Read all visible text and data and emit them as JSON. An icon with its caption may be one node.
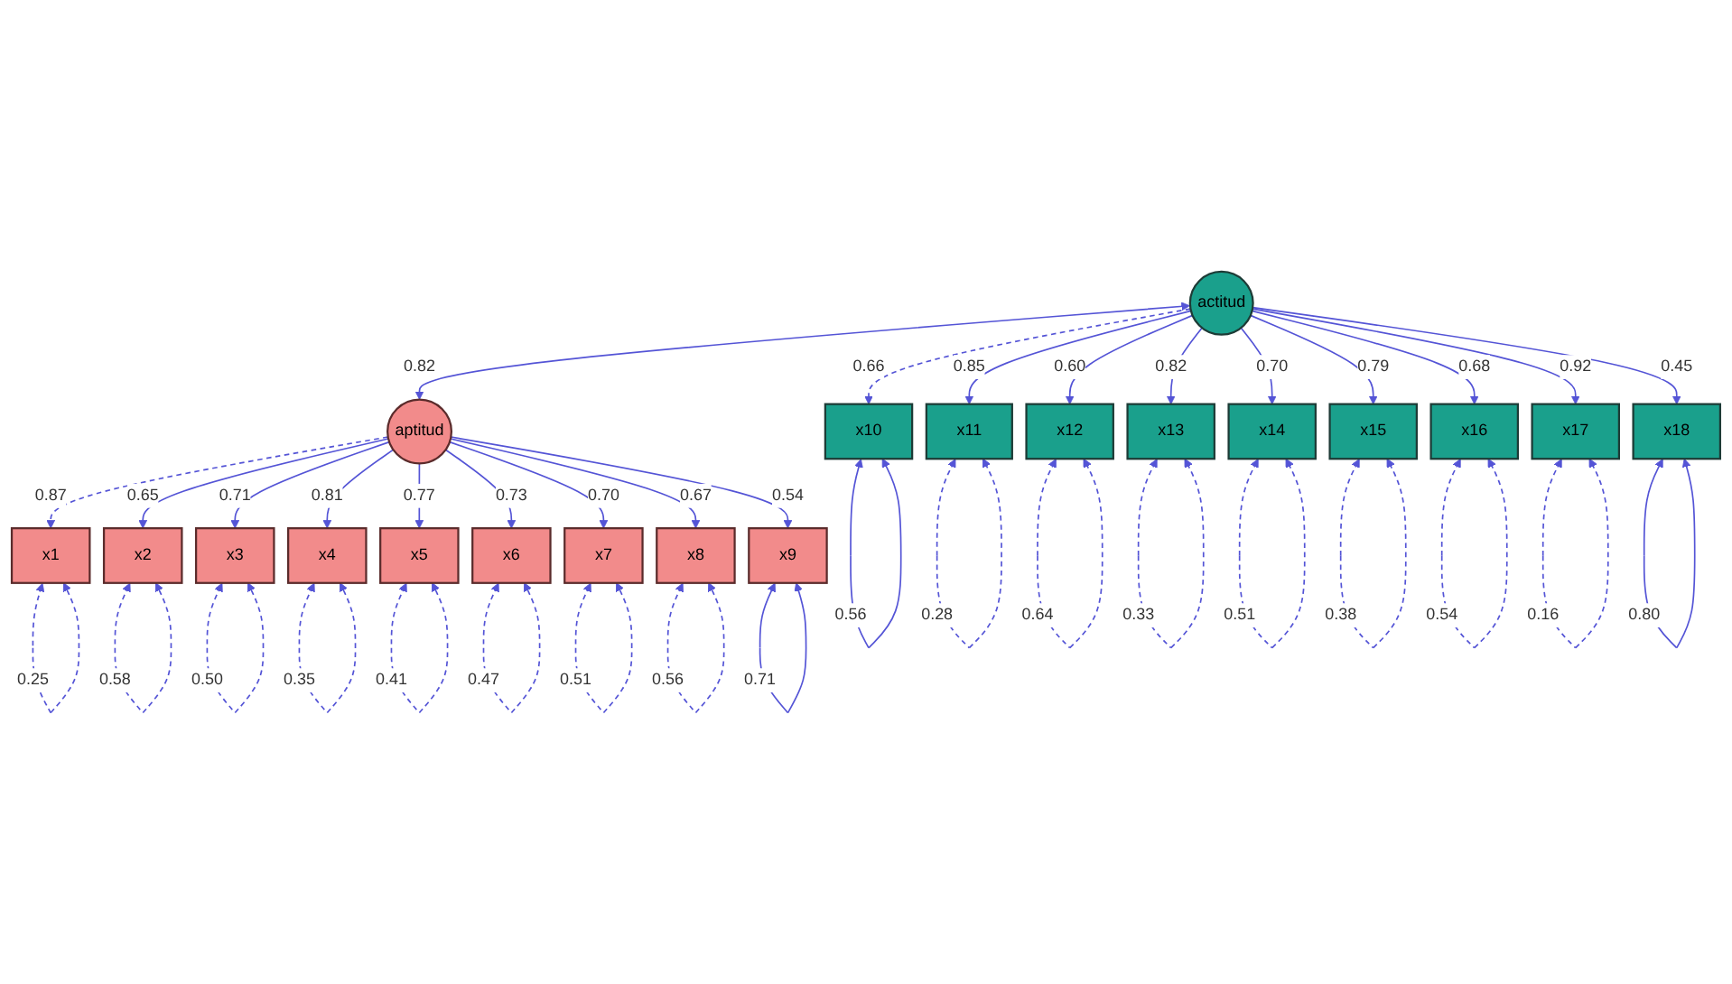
{
  "diagram": {
    "nodes": [
      {
        "text": [
          "actitud"
        ]
      },
      {
        "text": [
          "aptitud"
        ]
      },
      {
        "text": [
          "x1"
        ]
      },
      {
        "text": [
          "x2"
        ]
      },
      {
        "text": [
          "x3"
        ]
      },
      {
        "text": [
          "x4"
        ]
      },
      {
        "text": [
          "x5"
        ]
      },
      {
        "text": [
          "x6"
        ]
      },
      {
        "text": [
          "x7"
        ]
      },
      {
        "text": [
          "x8"
        ]
      },
      {
        "text": [
          "x9"
        ]
      },
      {
        "text": [
          "x10"
        ]
      },
      {
        "text": [
          "x11"
        ]
      },
      {
        "text": [
          "x12"
        ]
      },
      {
        "text": [
          "x13"
        ]
      },
      {
        "text": [
          "x14"
        ]
      },
      {
        "text": [
          "x15"
        ]
      },
      {
        "text": [
          "x16"
        ]
      },
      {
        "text": [
          "x17"
        ]
      },
      {
        "text": [
          "x18"
        ]
      }
    ],
    "edges": [
      {
        "from": 0,
        "to": 1,
        "arrow": "both",
        "label": "0.82"
      },
      {
        "from": 1,
        "to": 2,
        "arrow": "to",
        "label": "0.87",
        "style": "dashed"
      },
      {
        "from": 1,
        "to": 3,
        "arrow": "to",
        "label": "0.65"
      },
      {
        "from": 1,
        "to": 4,
        "arrow": "to",
        "label": "0.71"
      },
      {
        "from": 1,
        "to": 5,
        "arrow": "to",
        "label": "0.81"
      },
      {
        "from": 1,
        "to": 6,
        "arrow": "to",
        "label": "0.77"
      },
      {
        "from": 1,
        "to": 7,
        "arrow": "to",
        "label": "0.73"
      },
      {
        "from": 1,
        "to": 8,
        "arrow": "to",
        "label": "0.70"
      },
      {
        "from": 1,
        "to": 9,
        "arrow": "to",
        "label": "0.67"
      },
      {
        "from": 1,
        "to": 10,
        "arrow": "to",
        "label": "0.54"
      },
      {
        "from": 0,
        "to": 11,
        "arrow": "to",
        "label": "0.66",
        "style": "dashed"
      },
      {
        "from": 0,
        "to": 12,
        "arrow": "to",
        "label": "0.85"
      },
      {
        "from": 0,
        "to": 13,
        "arrow": "to",
        "label": "0.60"
      },
      {
        "from": 0,
        "to": 14,
        "arrow": "to",
        "label": "0.82"
      },
      {
        "from": 0,
        "to": 15,
        "arrow": "to",
        "label": "0.70"
      },
      {
        "from": 0,
        "to": 16,
        "arrow": "to",
        "label": "0.79"
      },
      {
        "from": 0,
        "to": 17,
        "arrow": "to",
        "label": "0.68"
      },
      {
        "from": 0,
        "to": 18,
        "arrow": "to",
        "label": "0.92"
      },
      {
        "from": 0,
        "to": 19,
        "arrow": "to",
        "label": "0.45"
      },
      {
        "from": 2,
        "to": 2,
        "arrow": "both",
        "label": "0.25",
        "style": "dashed"
      },
      {
        "from": 3,
        "to": 3,
        "arrow": "both",
        "label": "0.58",
        "style": "dashed"
      },
      {
        "from": 4,
        "to": 4,
        "arrow": "both",
        "label": "0.50",
        "style": "dashed"
      },
      {
        "from": 5,
        "to": 5,
        "arrow": "both",
        "label": "0.35",
        "style": "dashed"
      },
      {
        "from": 6,
        "to": 6,
        "arrow": "both",
        "label": "0.41",
        "style": "dashed"
      },
      {
        "from": 7,
        "to": 7,
        "arrow": "both",
        "label": "0.47",
        "style": "dashed"
      },
      {
        "from": 8,
        "to": 8,
        "arrow": "both",
        "label": "0.51",
        "style": "dashed"
      },
      {
        "from": 9,
        "to": 9,
        "arrow": "both",
        "label": "0.56",
        "style": "dashed"
      },
      {
        "from": 10,
        "to": 10,
        "arrow": "both",
        "label": "0.71"
      },
      {
        "from": 11,
        "to": 11,
        "arrow": "both",
        "label": "0.56"
      },
      {
        "from": 12,
        "to": 12,
        "arrow": "both",
        "label": "0.28",
        "style": "dashed"
      },
      {
        "from": 13,
        "to": 13,
        "arrow": "both",
        "label": "0.64",
        "style": "dashed"
      },
      {
        "from": 14,
        "to": 14,
        "arrow": "both",
        "label": "0.33",
        "style": "dashed"
      },
      {
        "from": 15,
        "to": 15,
        "arrow": "both",
        "label": "0.51",
        "style": "dashed"
      },
      {
        "from": 16,
        "to": 16,
        "arrow": "both",
        "label": "0.38",
        "style": "dashed"
      },
      {
        "from": 17,
        "to": 17,
        "arrow": "both",
        "label": "0.54",
        "style": "dashed"
      },
      {
        "from": 18,
        "to": 18,
        "arrow": "both",
        "label": "0.16",
        "style": "dashed"
      },
      {
        "from": 19,
        "to": 19,
        "arrow": "both",
        "label": "0.80"
      }
    ]
  }
}
